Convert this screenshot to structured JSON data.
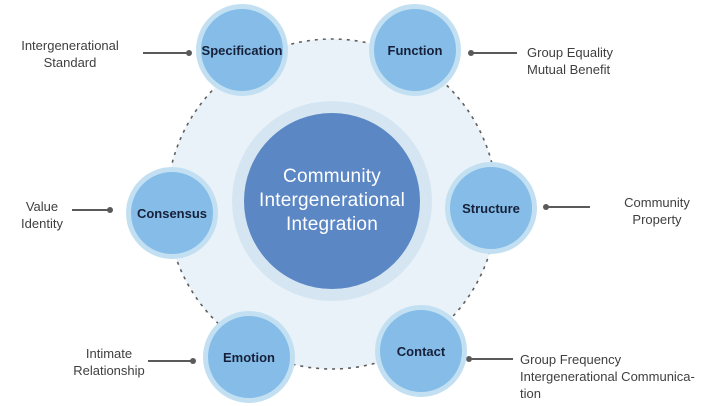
{
  "diagram": {
    "center": {
      "lines": [
        "Community",
        "Intergenerational",
        "Integration"
      ]
    },
    "nodes": [
      {
        "label": "Specification",
        "annotation": [
          "Intergenerational",
          "Standard"
        ]
      },
      {
        "label": "Function",
        "annotation": [
          "Group Equality",
          "Mutual Benefit"
        ]
      },
      {
        "label": "Consensus",
        "annotation": [
          "Value",
          "Identity"
        ]
      },
      {
        "label": "Structure",
        "annotation": [
          "Community",
          "Property"
        ]
      },
      {
        "label": "Emotion",
        "annotation": [
          "Intimate",
          "Relationship"
        ]
      },
      {
        "label": "Contact",
        "annotation": [
          "Group Frequency",
          "Intergenerational Communica-",
          "tion"
        ]
      }
    ],
    "colors": {
      "center_fill": "#5b87c4",
      "center_text": "#ffffff",
      "halo": "#d5e6f2",
      "node_fill": "#85bde8",
      "node_rim": "#c3e0f3",
      "orbit_fill": "#e9f2f9",
      "orbit_dash": "#5f5f5f",
      "connector": "#5a5a5a",
      "node_label": "#16203a",
      "annotation_text": "#3f3f3f",
      "background": "#ffffff"
    }
  }
}
